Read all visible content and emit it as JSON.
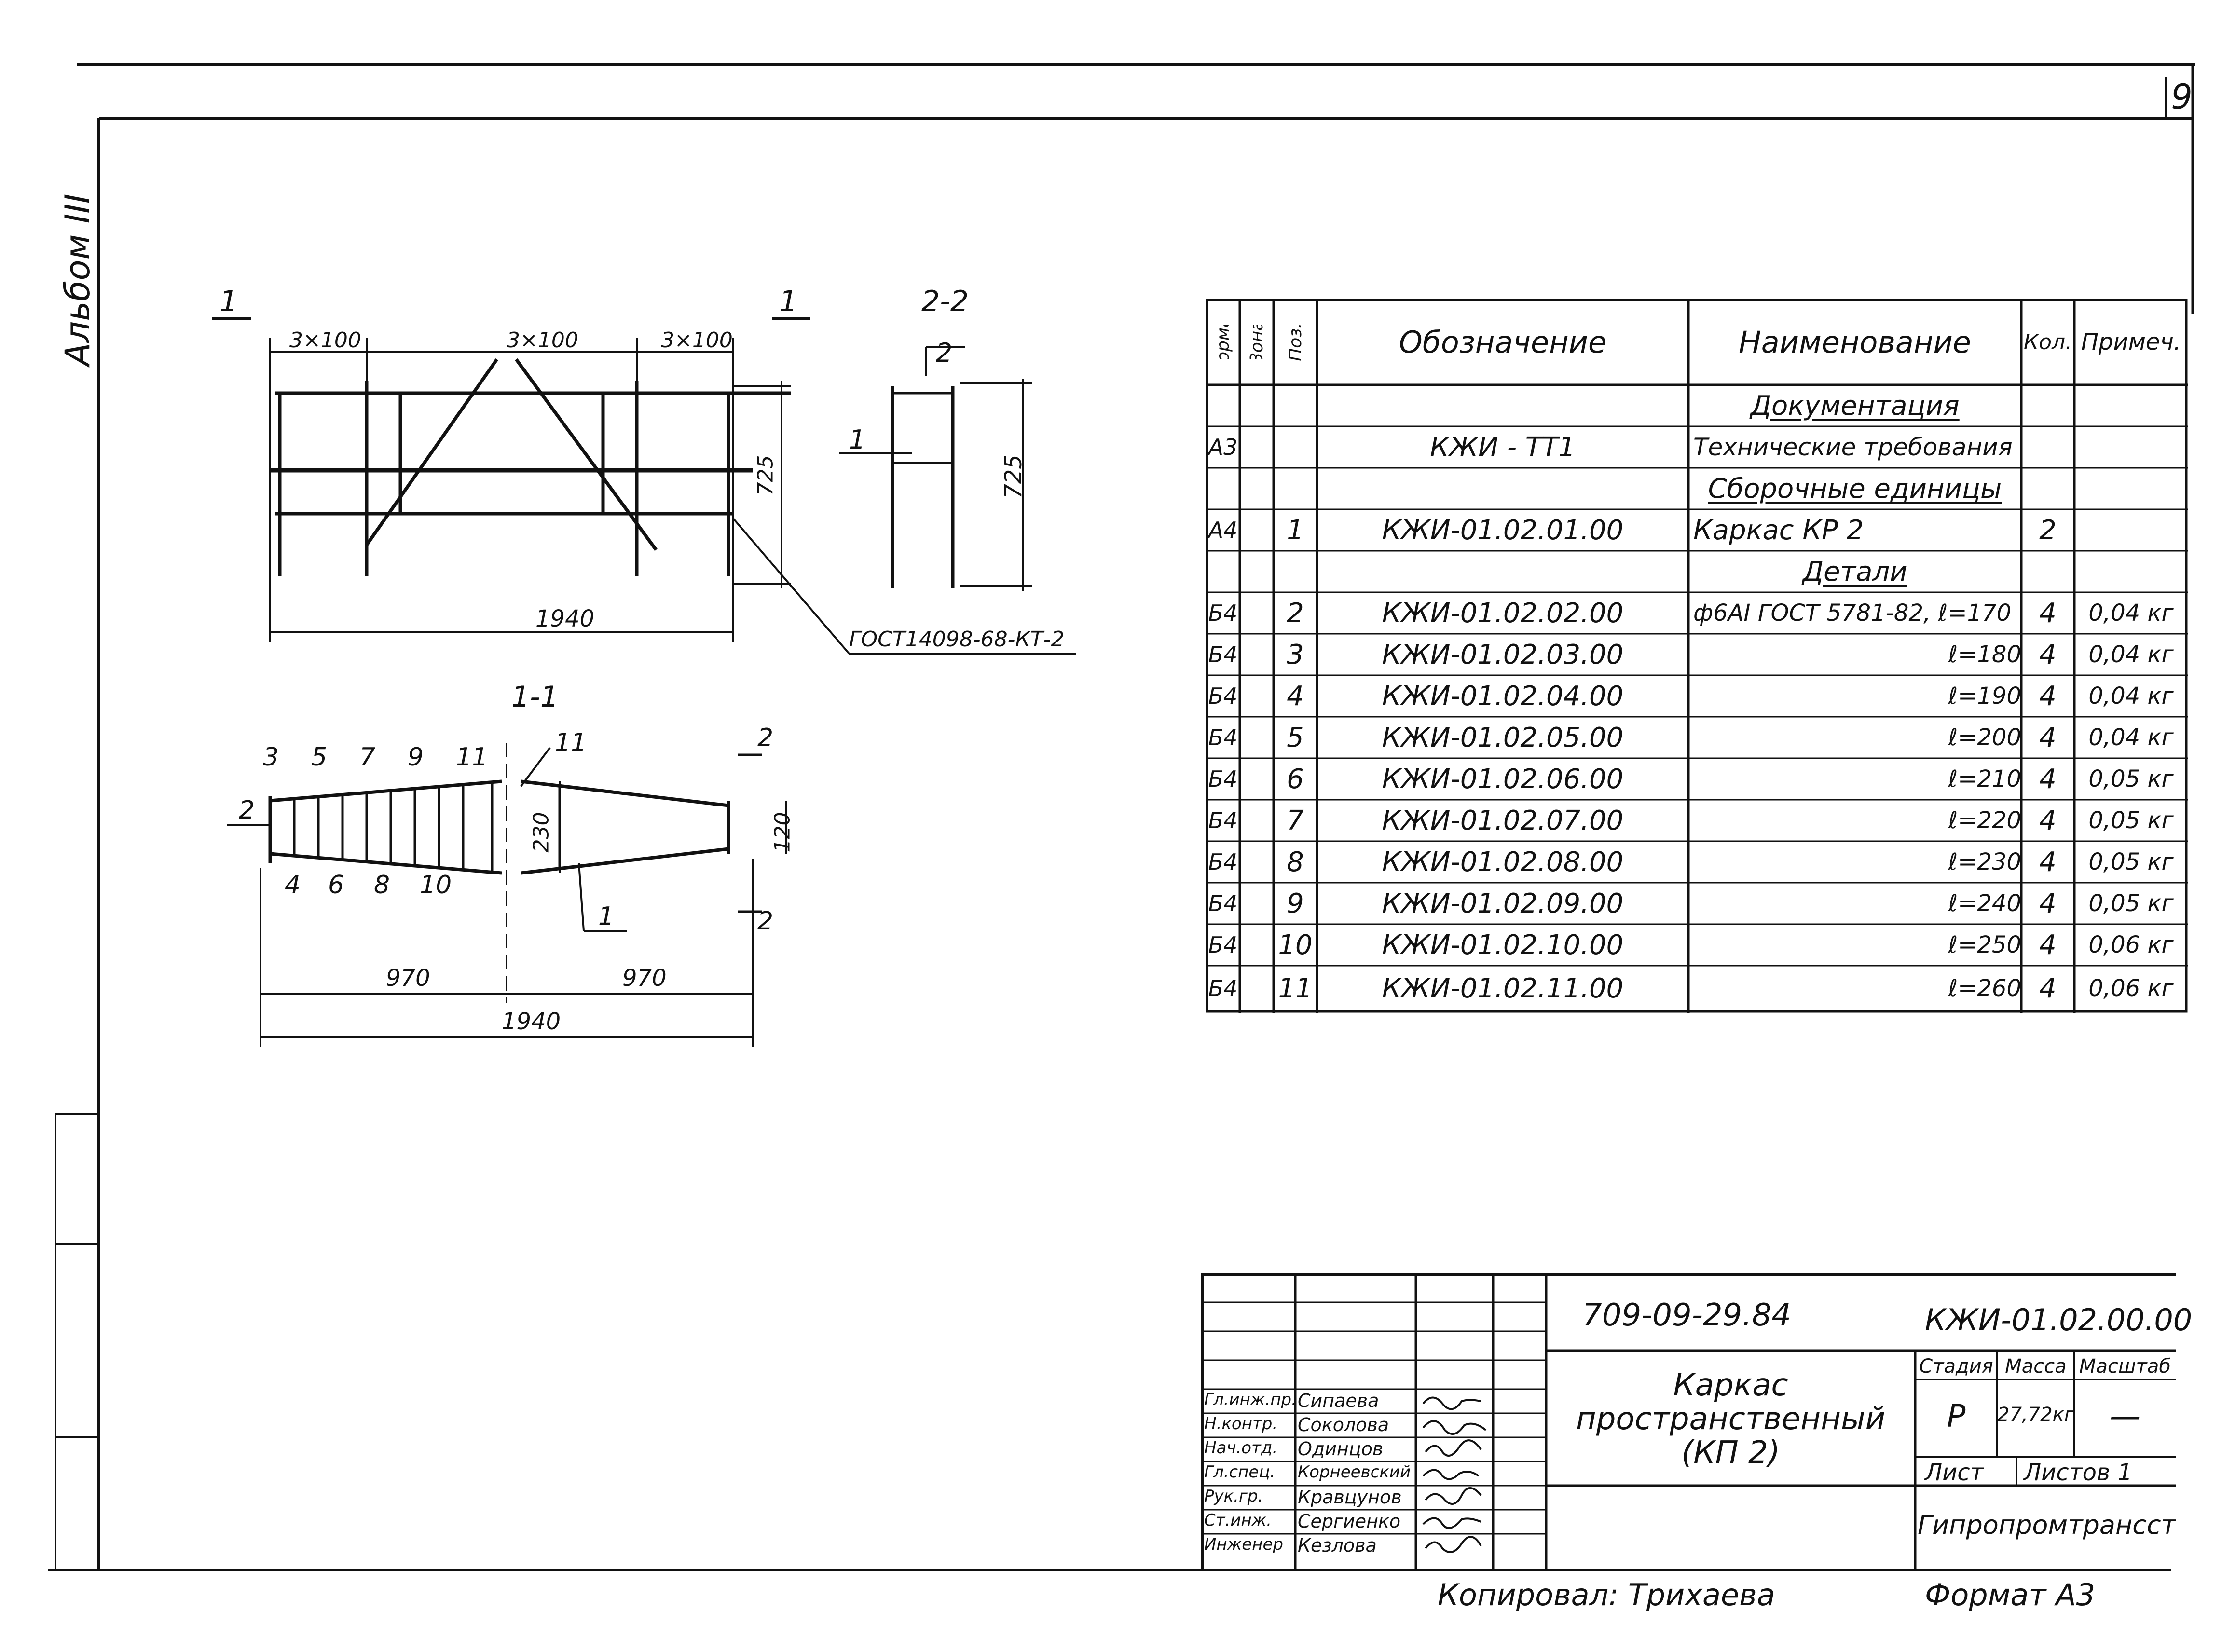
{
  "sheet": {
    "page_number": "9",
    "album": "Альбом III",
    "copied_by": "Копировал: Трихаева",
    "format": "Формат А3"
  },
  "drawing": {
    "cut_1_left": "1",
    "cut_1_right": "1",
    "section_2_title": "2-2",
    "section_1_title": "1-1",
    "dim_3x100_left": "3×100",
    "dim_3x100_mid": "3×100",
    "dim_3x100_right": "3×100",
    "dim_725_main": "725",
    "dim_725_sec": "725",
    "dim_1940_top": "1940",
    "dim_1940_bottom": "1940",
    "dim_970_left": "970",
    "dim_970_right": "970",
    "dim_230": "230",
    "dim_120": "120",
    "weld_note": "ГОСТ14098-68-КТ-2",
    "sec2_pos1": "1",
    "sec2_pos2": "2",
    "plan_labels_top": [
      "3",
      "5",
      "7",
      "9",
      "11"
    ],
    "plan_labels_bottom": [
      "4",
      "6",
      "8",
      "10"
    ],
    "plan_label_left": "2",
    "plan_label_11": "11",
    "plan_cut_1": "1",
    "plan_cut_2_top": "2",
    "plan_cut_2_bottom": "2"
  },
  "spec": {
    "headers": {
      "format": "Формат",
      "zone": "Зона",
      "pos": "Поз.",
      "designation": "Обозначение",
      "name": "Наименование",
      "qty": "Кол.",
      "note": "Примеч."
    },
    "rows": [
      {
        "format": "",
        "zone": "",
        "pos": "",
        "designation": "",
        "name": "Документация",
        "qty": "",
        "note": "",
        "section": true
      },
      {
        "format": "А3",
        "zone": "",
        "pos": "",
        "designation": "КЖИ - ТТ1",
        "name": "Технические требования",
        "qty": "",
        "note": ""
      },
      {
        "format": "",
        "zone": "",
        "pos": "",
        "designation": "",
        "name": "Сборочные единицы",
        "qty": "",
        "note": "",
        "section": true
      },
      {
        "format": "А4",
        "zone": "",
        "pos": "1",
        "designation": "КЖИ-01.02.01.00",
        "name": "Каркас  КР 2",
        "qty": "2",
        "note": ""
      },
      {
        "format": "",
        "zone": "",
        "pos": "",
        "designation": "",
        "name": "Детали",
        "qty": "",
        "note": "",
        "section": true
      },
      {
        "format": "Б4",
        "zone": "",
        "pos": "2",
        "designation": "КЖИ-01.02.02.00",
        "name": "ф6АI ГОСТ 5781-82, ℓ=170",
        "qty": "4",
        "note": "0,04 кг"
      },
      {
        "format": "Б4",
        "zone": "",
        "pos": "3",
        "designation": "КЖИ-01.02.03.00",
        "name": "ℓ=180",
        "qty": "4",
        "note": "0,04 кг"
      },
      {
        "format": "Б4",
        "zone": "",
        "pos": "4",
        "designation": "КЖИ-01.02.04.00",
        "name": "ℓ=190",
        "qty": "4",
        "note": "0,04 кг"
      },
      {
        "format": "Б4",
        "zone": "",
        "pos": "5",
        "designation": "КЖИ-01.02.05.00",
        "name": "ℓ=200",
        "qty": "4",
        "note": "0,04 кг"
      },
      {
        "format": "Б4",
        "zone": "",
        "pos": "6",
        "designation": "КЖИ-01.02.06.00",
        "name": "ℓ=210",
        "qty": "4",
        "note": "0,05 кг"
      },
      {
        "format": "Б4",
        "zone": "",
        "pos": "7",
        "designation": "КЖИ-01.02.07.00",
        "name": "ℓ=220",
        "qty": "4",
        "note": "0,05 кг"
      },
      {
        "format": "Б4",
        "zone": "",
        "pos": "8",
        "designation": "КЖИ-01.02.08.00",
        "name": "ℓ=230",
        "qty": "4",
        "note": "0,05 кг"
      },
      {
        "format": "Б4",
        "zone": "",
        "pos": "9",
        "designation": "КЖИ-01.02.09.00",
        "name": "ℓ=240",
        "qty": "4",
        "note": "0,05 кг"
      },
      {
        "format": "Б4",
        "zone": "",
        "pos": "10",
        "designation": "КЖИ-01.02.10.00",
        "name": "ℓ=250",
        "qty": "4",
        "note": "0,06 кг"
      },
      {
        "format": "Б4",
        "zone": "",
        "pos": "11",
        "designation": "КЖИ-01.02.11.00",
        "name": "ℓ=260",
        "qty": "4",
        "note": "0,06 кг"
      }
    ]
  },
  "title_block": {
    "project_number": "709-09-29.84",
    "doc_code": "КЖИ-01.02.00.00",
    "title_line1": "Каркас",
    "title_line2": "пространственный",
    "title_line3": "(КП 2)",
    "stage_label": "Стадия",
    "mass_label": "Масса",
    "scale_label": "Масштаб",
    "stage": "Р",
    "mass": "27,72кг",
    "scale": "—",
    "sheet_label": "Лист",
    "sheets_label": "Листов 1",
    "organization": "Гипропромтрансстрой",
    "signers": [
      {
        "role": "Гл.инж.пр.",
        "name": "Сипаева"
      },
      {
        "role": "Н.контр.",
        "name": "Соколова"
      },
      {
        "role": "Нач.отд.",
        "name": "Одинцов"
      },
      {
        "role": "Гл.спец.",
        "name": "Корнеевский"
      },
      {
        "role": "Рук.гр.",
        "name": "Кравцунов"
      },
      {
        "role": "Ст.инж.",
        "name": "Сергиенко"
      },
      {
        "role": "Инженер",
        "name": "Кезлова"
      }
    ]
  }
}
